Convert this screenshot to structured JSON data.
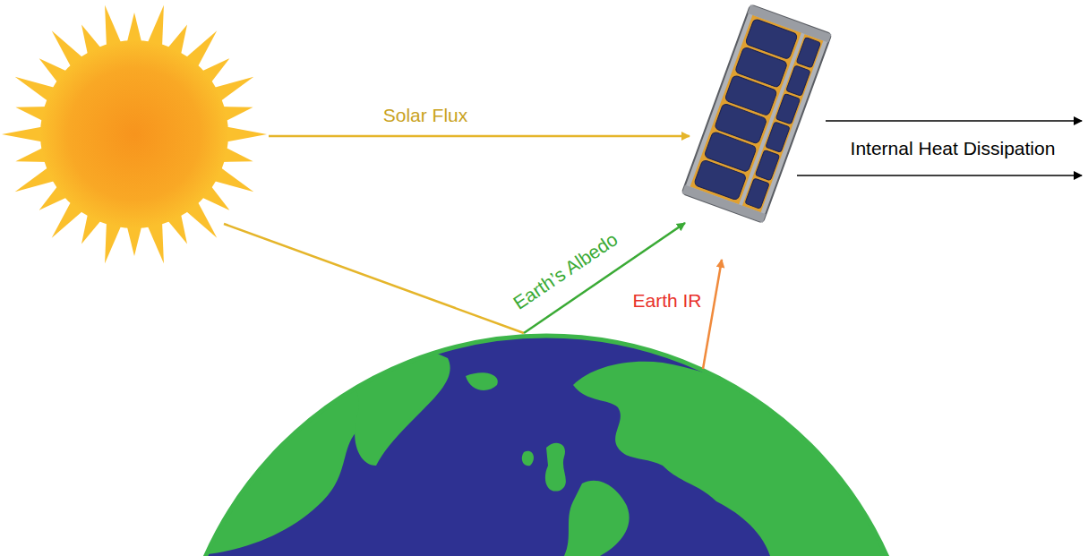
{
  "diagram": {
    "labels": [
      "Solar Flux",
      "Internal Heat Dissipation",
      "Earth’s Albedo",
      "Earth IR"
    ]
  }
}
